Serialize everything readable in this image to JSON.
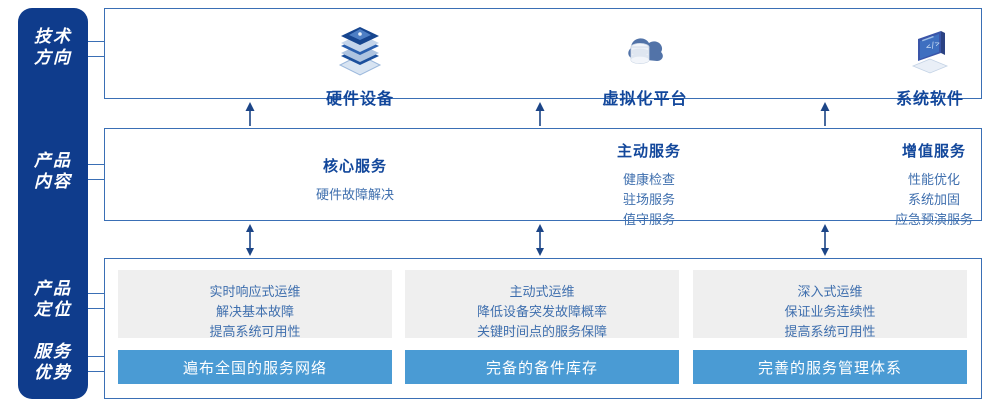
{
  "colors": {
    "rail_navy": "#0f3c8c",
    "border_blue": "#3a6fb5",
    "title_blue": "#12479b",
    "text_blue": "#3f6fae",
    "bar_blue": "#4a9bd4",
    "card_gray": "#efefef"
  },
  "rail": {
    "labels": [
      {
        "name": "tech-direction",
        "lines": [
          "技术",
          "方向"
        ]
      },
      {
        "name": "product-content",
        "lines": [
          "产品",
          "内容"
        ]
      },
      {
        "name": "product-position",
        "lines": [
          "产品",
          "定位"
        ]
      },
      {
        "name": "service-advantage",
        "lines": [
          "服务",
          "优势"
        ]
      }
    ]
  },
  "tech_section": {
    "columns": [
      {
        "icon": "server-stack-icon",
        "label": "硬件设备"
      },
      {
        "icon": "cloud-database-icon",
        "label": "虚拟化平台"
      },
      {
        "icon": "laptop-code-icon",
        "label": "系统软件"
      }
    ]
  },
  "content_section": {
    "columns": [
      {
        "title": "核心服务",
        "items": [
          "硬件故障解决"
        ]
      },
      {
        "title": "主动服务",
        "items": [
          "健康检查",
          "驻场服务",
          "值守服务"
        ]
      },
      {
        "title": "增值服务",
        "items": [
          "性能优化",
          "系统加固",
          "应急预演服务"
        ]
      }
    ]
  },
  "position_section": {
    "cards": [
      {
        "lines": [
          "实时响应式运维",
          "解决基本故障",
          "提高系统可用性"
        ]
      },
      {
        "lines": [
          "主动式运维",
          "降低设备突发故障概率",
          "关键时间点的服务保障"
        ]
      },
      {
        "lines": [
          "深入式运维",
          "保证业务连续性",
          "提高系统可用性"
        ]
      }
    ]
  },
  "advantage_section": {
    "bars": [
      "遍布全国的服务网络",
      "完备的备件库存",
      "完善的服务管理体系"
    ]
  }
}
